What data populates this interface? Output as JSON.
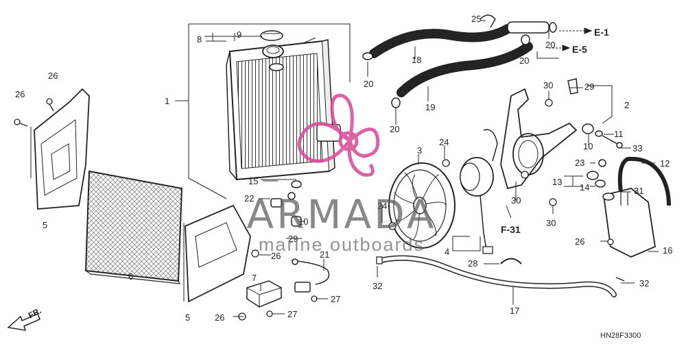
{
  "diagram": {
    "code": "HN28F3300",
    "front_marker": "FR.",
    "references": {
      "e1": "E-1",
      "e5": "E-5",
      "f31": "F-31"
    },
    "watermark": {
      "brand": "ARMADA",
      "tagline": "marine outboards"
    },
    "callouts": [
      {
        "id": "c1",
        "label": "1"
      },
      {
        "id": "c2",
        "label": "2"
      },
      {
        "id": "c3",
        "label": "3"
      },
      {
        "id": "c4",
        "label": "4"
      },
      {
        "id": "c5a",
        "label": "5"
      },
      {
        "id": "c5b",
        "label": "5"
      },
      {
        "id": "c6",
        "label": "6"
      },
      {
        "id": "c7",
        "label": "7"
      },
      {
        "id": "c8",
        "label": "8"
      },
      {
        "id": "c9",
        "label": "9"
      },
      {
        "id": "c10a",
        "label": "10"
      },
      {
        "id": "c10b",
        "label": "10"
      },
      {
        "id": "c11",
        "label": "11"
      },
      {
        "id": "c12",
        "label": "12"
      },
      {
        "id": "c13",
        "label": "13"
      },
      {
        "id": "c14",
        "label": "14"
      },
      {
        "id": "c15",
        "label": "15"
      },
      {
        "id": "c16",
        "label": "16"
      },
      {
        "id": "c17",
        "label": "17"
      },
      {
        "id": "c18",
        "label": "18"
      },
      {
        "id": "c19",
        "label": "19"
      },
      {
        "id": "c20a",
        "label": "20"
      },
      {
        "id": "c20b",
        "label": "20"
      },
      {
        "id": "c20c",
        "label": "20"
      },
      {
        "id": "c20d",
        "label": "20"
      },
      {
        "id": "c21",
        "label": "21"
      },
      {
        "id": "c22",
        "label": "22"
      },
      {
        "id": "c23",
        "label": "23"
      },
      {
        "id": "c24a",
        "label": "24"
      },
      {
        "id": "c24b",
        "label": "24"
      },
      {
        "id": "c25",
        "label": "25"
      },
      {
        "id": "c26a",
        "label": "26"
      },
      {
        "id": "c26b",
        "label": "26"
      },
      {
        "id": "c26c",
        "label": "26"
      },
      {
        "id": "c26d",
        "label": "26"
      },
      {
        "id": "c26e",
        "label": "26"
      },
      {
        "id": "c27a",
        "label": "27"
      },
      {
        "id": "c27b",
        "label": "27"
      },
      {
        "id": "c28",
        "label": "28"
      },
      {
        "id": "c29a",
        "label": "29"
      },
      {
        "id": "c29b",
        "label": "29"
      },
      {
        "id": "c30a",
        "label": "30"
      },
      {
        "id": "c30b",
        "label": "30"
      },
      {
        "id": "c30c",
        "label": "30"
      },
      {
        "id": "c31",
        "label": "31"
      },
      {
        "id": "c32a",
        "label": "32"
      },
      {
        "id": "c32b",
        "label": "32"
      },
      {
        "id": "c33",
        "label": "33"
      }
    ]
  }
}
